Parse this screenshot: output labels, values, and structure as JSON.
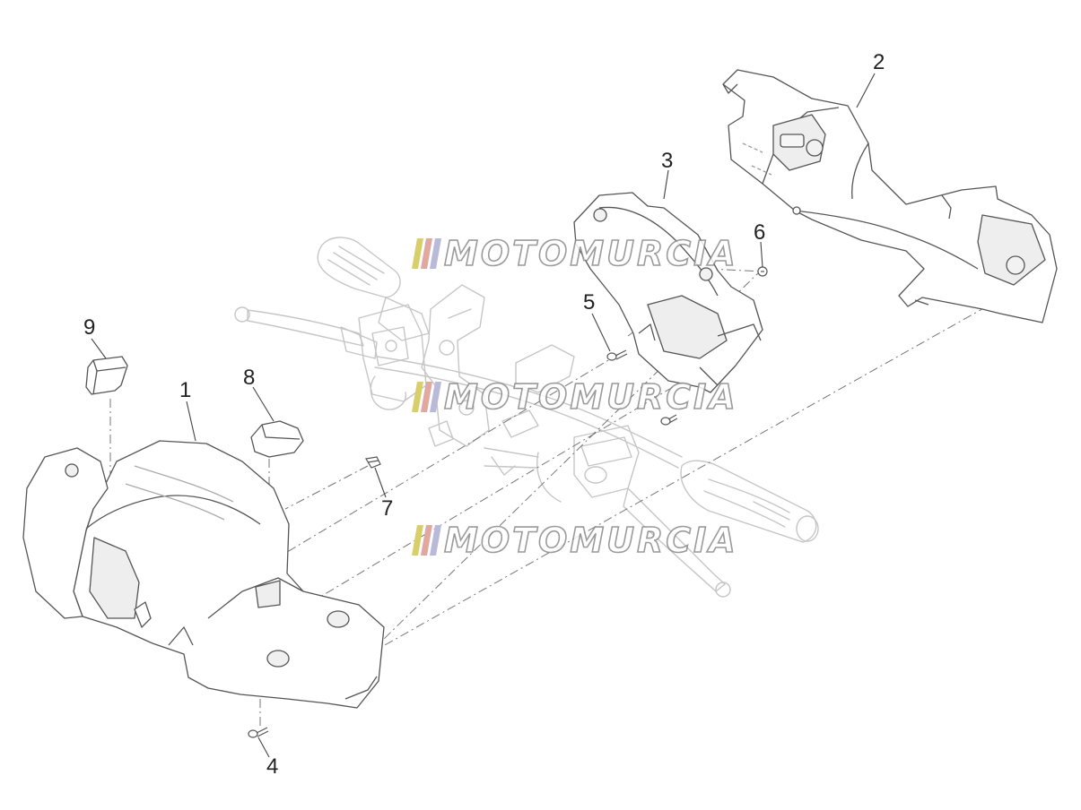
{
  "callouts": [
    {
      "id": "1",
      "label": "1"
    },
    {
      "id": "2",
      "label": "2"
    },
    {
      "id": "3",
      "label": "3"
    },
    {
      "id": "4",
      "label": "4"
    },
    {
      "id": "5",
      "label": "5"
    },
    {
      "id": "6",
      "label": "6"
    },
    {
      "id": "7",
      "label": "7"
    },
    {
      "id": "8",
      "label": "8"
    },
    {
      "id": "9",
      "label": "9"
    }
  ],
  "watermark": {
    "text": "MOTOMURCIA",
    "stripe_colors": [
      "#d9cf6a",
      "#e0a8a0",
      "#b9b9d9"
    ]
  },
  "colors": {
    "line": "#555555",
    "ghost_line": "#c4c4c4",
    "part_fill": "#ffffff",
    "shade": "#ececec"
  }
}
